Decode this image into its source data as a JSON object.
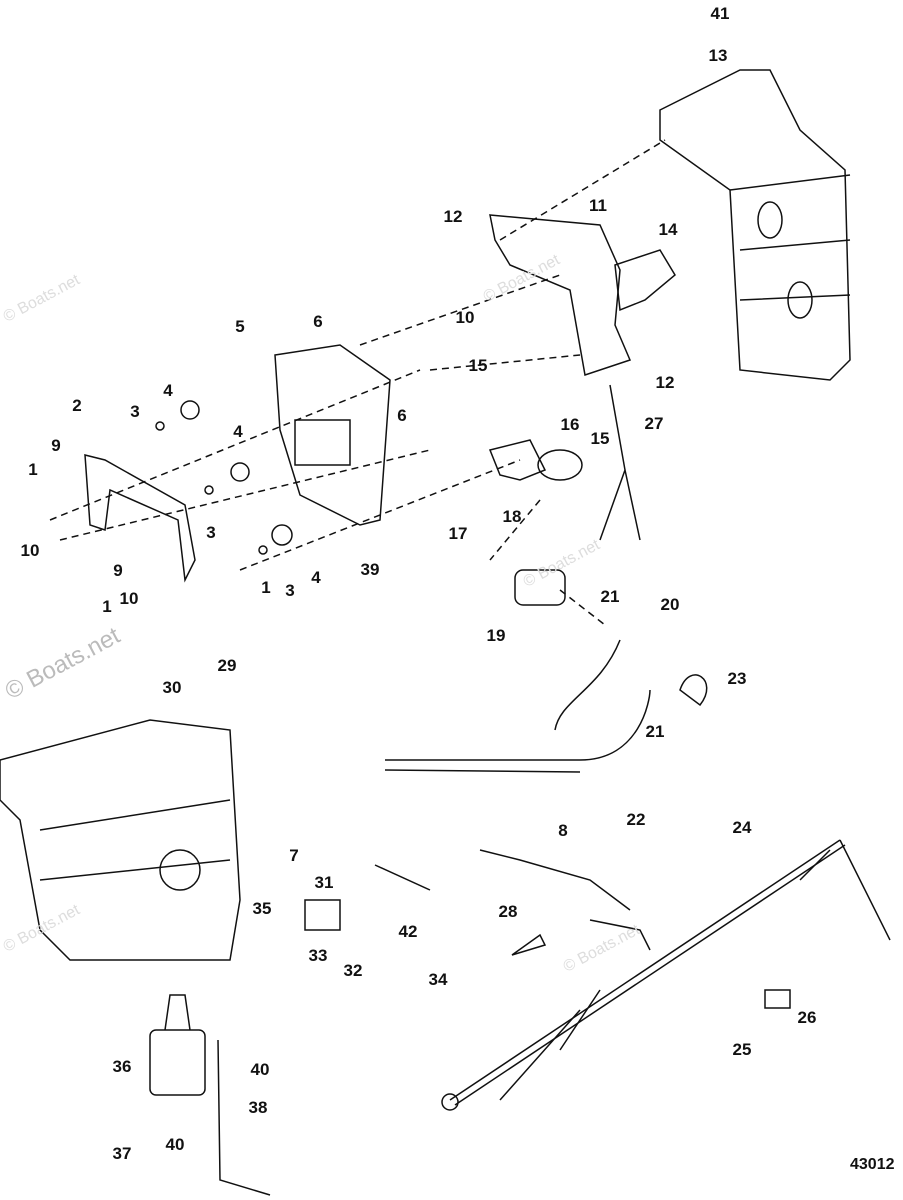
{
  "callouts": [
    "41",
    "13",
    "12",
    "11",
    "14",
    "10",
    "6",
    "5",
    "15",
    "12",
    "6",
    "4",
    "3",
    "2",
    "16",
    "15",
    "27",
    "9",
    "4",
    "1",
    "3",
    "10",
    "18",
    "17",
    "39",
    "4",
    "3",
    "1",
    "9",
    "10",
    "1",
    "21",
    "20",
    "19",
    "29",
    "30",
    "23",
    "21",
    "22",
    "24",
    "7",
    "8",
    "35",
    "31",
    "42",
    "28",
    "33",
    "32",
    "34",
    "26",
    "25",
    "36",
    "40",
    "38",
    "37",
    "40"
  ],
  "watermark": "© Boats.net",
  "figure_number": "43012",
  "colors": {
    "line": "#111111",
    "watermark": "#bbbbbb"
  }
}
